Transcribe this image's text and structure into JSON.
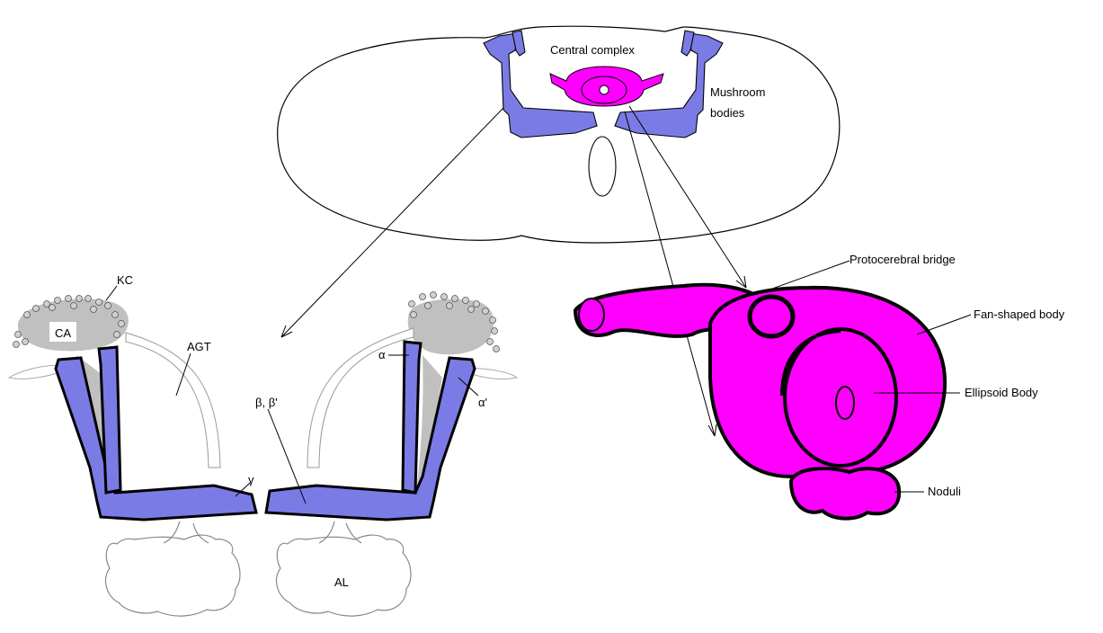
{
  "labels": {
    "central_complex": "Central complex",
    "mushroom_bodies_line1": "Mushroom",
    "mushroom_bodies_line2": "bodies",
    "kc": "KC",
    "ca": "CA",
    "agt": "AGT",
    "gamma": "γ",
    "beta": "β, β'",
    "alpha": "α",
    "alpha_prime": "α'",
    "al": "AL",
    "protocerebral_bridge": "Protocerebral bridge",
    "fan_shaped_body": "Fan-shaped body",
    "ellipsoid_body": "Ellipsoid Body",
    "noduli": "Noduli"
  },
  "colors": {
    "mushroom_body": "#7b7be6",
    "central_complex": "#ff00ff",
    "calyx_gray": "#c0c0c0",
    "outline": "#000000"
  }
}
